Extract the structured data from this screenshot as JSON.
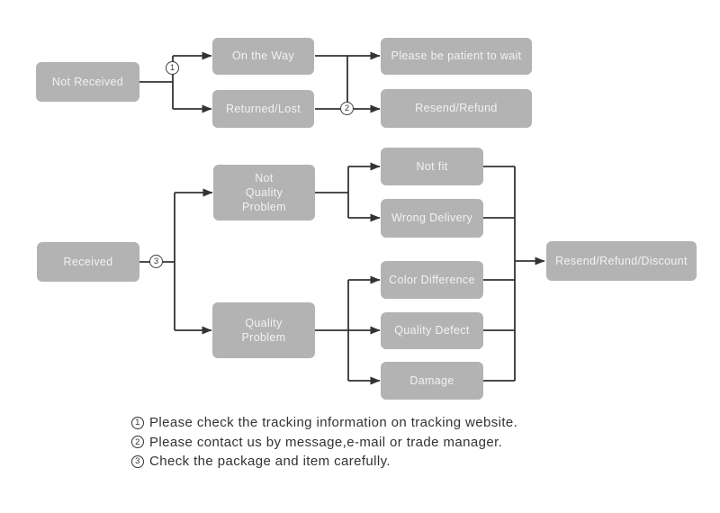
{
  "diagram": {
    "colors": {
      "node_fill": "#b3b3b3",
      "node_text": "#f2f2f2",
      "line": "#333333",
      "note_text": "#333333",
      "background": "#ffffff"
    },
    "nodes": {
      "not_received": {
        "label": "Not Received"
      },
      "on_the_way": {
        "label": "On the Way"
      },
      "returned_lost": {
        "label": "Returned/Lost"
      },
      "please_wait": {
        "label": "Please be patient to wait"
      },
      "resend_refund": {
        "label": "Resend/Refund"
      },
      "received": {
        "label": "Received"
      },
      "not_quality_problem": {
        "label": "Not\nQuality\nProblem"
      },
      "quality_problem": {
        "label": "Quality\nProblem"
      },
      "not_fit": {
        "label": "Not fit"
      },
      "wrong_delivery": {
        "label": "Wrong Delivery"
      },
      "color_difference": {
        "label": "Color Difference"
      },
      "quality_defect": {
        "label": "Quality Defect"
      },
      "damage": {
        "label": "Damage"
      },
      "resend_refund_discount": {
        "label": "Resend/Refund/Discount"
      }
    },
    "markers": {
      "m1": "1",
      "m2": "2",
      "m3": "3"
    }
  },
  "notes": [
    {
      "num": "1",
      "text": "Please check the tracking information on tracking website."
    },
    {
      "num": "2",
      "text": "Please contact us by message,e-mail or trade manager."
    },
    {
      "num": "3",
      "text": "Check the package and item carefully."
    }
  ]
}
